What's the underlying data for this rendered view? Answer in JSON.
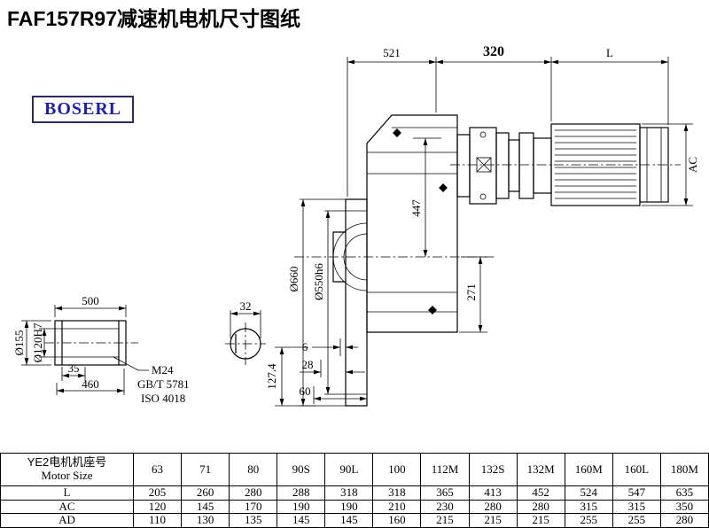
{
  "title": "FAF157R97减速机电机尺寸图纸",
  "logo": {
    "text": "BOSERL"
  },
  "dims": {
    "total_521": "521",
    "adapter_320": "320",
    "motor_L": "L",
    "motor_AC": "AC",
    "h447": "447",
    "h271": "271",
    "flange_660": "Ø660",
    "spigot_550": "Ø550h6",
    "off_127": "127.4",
    "gap_6": "6",
    "gap_28": "28",
    "gap_60": "60",
    "shaft_500": "500",
    "shaft_35": "35",
    "shaft_460": "460",
    "shaft_155": "Ø155",
    "bore_120": "Ø120H7",
    "thread_m24": "M24",
    "std_gb": "GB/T 5781",
    "std_iso": "ISO 4018",
    "key_32": "32"
  },
  "table": {
    "header_line1": "YE2电机机座号",
    "header_line2": "Motor Size",
    "cols": [
      "63",
      "71",
      "80",
      "90S",
      "90L",
      "100",
      "112M",
      "132S",
      "132M",
      "160M",
      "160L",
      "180M"
    ],
    "rows": [
      {
        "label": "L",
        "values": [
          "205",
          "260",
          "280",
          "288",
          "318",
          "318",
          "365",
          "413",
          "452",
          "524",
          "547",
          "635"
        ]
      },
      {
        "label": "AC",
        "values": [
          "120",
          "145",
          "170",
          "190",
          "190",
          "210",
          "230",
          "280",
          "280",
          "315",
          "315",
          "350"
        ]
      },
      {
        "label": "AD",
        "values": [
          "110",
          "130",
          "135",
          "145",
          "145",
          "160",
          "215",
          "215",
          "215",
          "255",
          "255",
          "280"
        ]
      }
    ]
  }
}
